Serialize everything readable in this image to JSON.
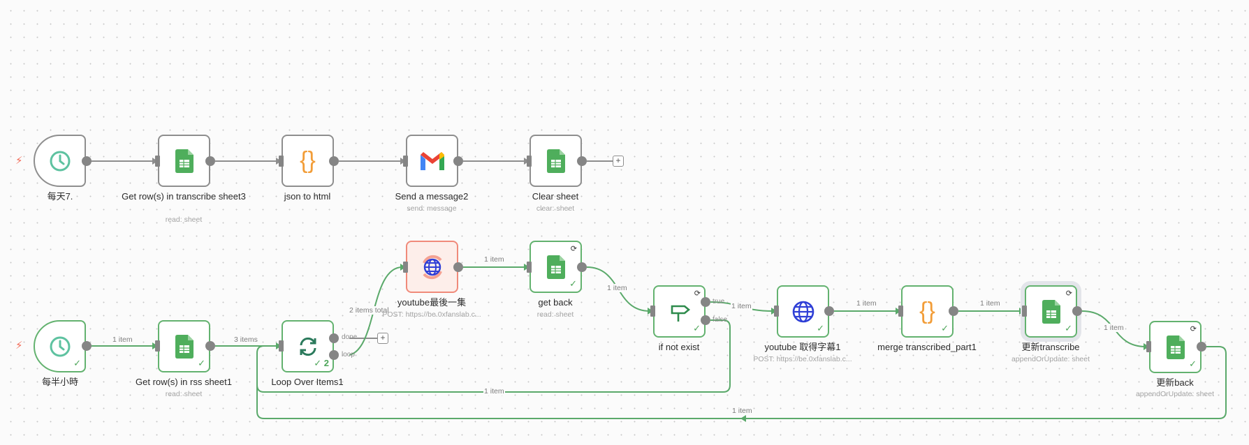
{
  "canvas": {
    "app": "workflow editor"
  },
  "colors": {
    "success": "#63b26f",
    "error": "#f08a7a",
    "edge_default": "#8e8e8e",
    "edge_success": "#5aa96a"
  },
  "workflow_top": {
    "nodes": [
      {
        "id": "t1",
        "name": "每天7.",
        "subtitle": "",
        "icon": "clock-icon",
        "status": "idle"
      },
      {
        "id": "n1",
        "name": "Get row(s) in transcribe sheet3",
        "subtitle": "read: sheet",
        "icon": "google-sheets-icon",
        "status": "idle"
      },
      {
        "id": "n2",
        "name": "json to html",
        "subtitle": "",
        "icon": "code-braces-icon",
        "status": "idle"
      },
      {
        "id": "n3",
        "name": "Send a message2",
        "subtitle": "send: message",
        "icon": "gmail-icon",
        "status": "idle"
      },
      {
        "id": "n4",
        "name": "Clear sheet",
        "subtitle": "clear: sheet",
        "icon": "google-sheets-icon",
        "status": "idle"
      }
    ],
    "add_button": "+"
  },
  "workflow_bottom": {
    "nodes": [
      {
        "id": "t2",
        "name": "每半小時",
        "subtitle": "",
        "icon": "clock-icon",
        "status": "success"
      },
      {
        "id": "b1",
        "name": "Get row(s) in rss sheet1",
        "subtitle": "read: sheet",
        "icon": "google-sheets-icon",
        "status": "success"
      },
      {
        "id": "b2",
        "name": "Loop Over Items1",
        "subtitle": "",
        "icon": "loop-icon",
        "status": "success",
        "run_count": "2",
        "outputs": [
          "done",
          "loop"
        ]
      },
      {
        "id": "b3",
        "name": "youtube最後一集",
        "subtitle": "POST: https://be.0xfanslab.c...",
        "icon": "http-globe-icon",
        "status": "error"
      },
      {
        "id": "b4",
        "name": "get back",
        "subtitle": "read: sheet",
        "icon": "google-sheets-icon",
        "status": "success"
      },
      {
        "id": "b5",
        "name": "if not exist",
        "subtitle": "",
        "icon": "signpost-icon",
        "status": "success",
        "outputs": [
          "true",
          "false"
        ]
      },
      {
        "id": "b6",
        "name": "youtube 取得字幕1",
        "subtitle": "POST: https://be.0xfanslab.c...",
        "icon": "http-globe-icon",
        "status": "success"
      },
      {
        "id": "b7",
        "name": "merge transcribed_part1",
        "subtitle": "",
        "icon": "code-braces-icon",
        "status": "success"
      },
      {
        "id": "b8",
        "name": "更新transcribe",
        "subtitle": "appendOrUpdate: sheet",
        "icon": "google-sheets-icon",
        "status": "success",
        "selected": true
      },
      {
        "id": "b9",
        "name": "更新back",
        "subtitle": "appendOrUpdate: sheet",
        "icon": "google-sheets-icon",
        "status": "success"
      }
    ],
    "edge_labels": {
      "t2_b1": "1 item",
      "b1_b2": "3 items",
      "b2_b3": "2 items total",
      "b3_b4": "1 item",
      "b4_b5": "1 item",
      "b5_b6": "1 item",
      "b6_b7": "1 item",
      "b7_b8": "1 item",
      "b8_b9": "1 item",
      "b5false_b2": "1 item",
      "b9_b2": "1 item"
    },
    "add_button": "+"
  }
}
